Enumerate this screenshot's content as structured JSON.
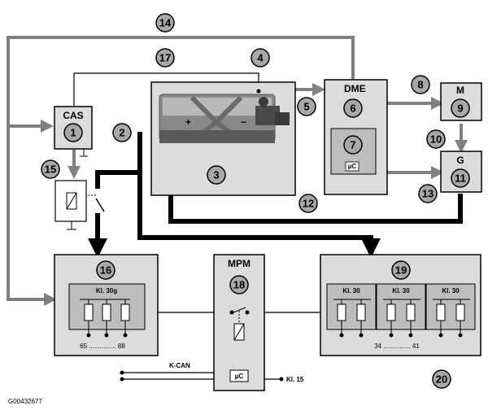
{
  "labels": {
    "cas": "CAS",
    "dme": "DME",
    "m": "M",
    "g": "G",
    "mpm": "MPM",
    "uc_dme": "µC",
    "uc_mpm": "µC",
    "kl30g": "Kl. 30g",
    "kl30_a": "Kl. 30",
    "kl30_b": "Kl. 30",
    "kl30_c": "Kl. 30",
    "range_left": "65 ............... 88",
    "range_right": "34 ............... 41",
    "kcan": "K-CAN",
    "kl15": "Kl. 15",
    "plus": "+",
    "minus": "−",
    "image_id": "G00432677"
  },
  "callouts": [
    "1",
    "2",
    "3",
    "4",
    "5",
    "6",
    "7",
    "8",
    "9",
    "10",
    "11",
    "12",
    "13",
    "14",
    "15",
    "16",
    "17",
    "18",
    "19",
    "20"
  ],
  "colors": {
    "panel": "#dcdcdc",
    "inner": "#bdbdbd",
    "callout": "#a8a8a8",
    "gray_arrow": "#808080",
    "black_wire": "#000000"
  }
}
